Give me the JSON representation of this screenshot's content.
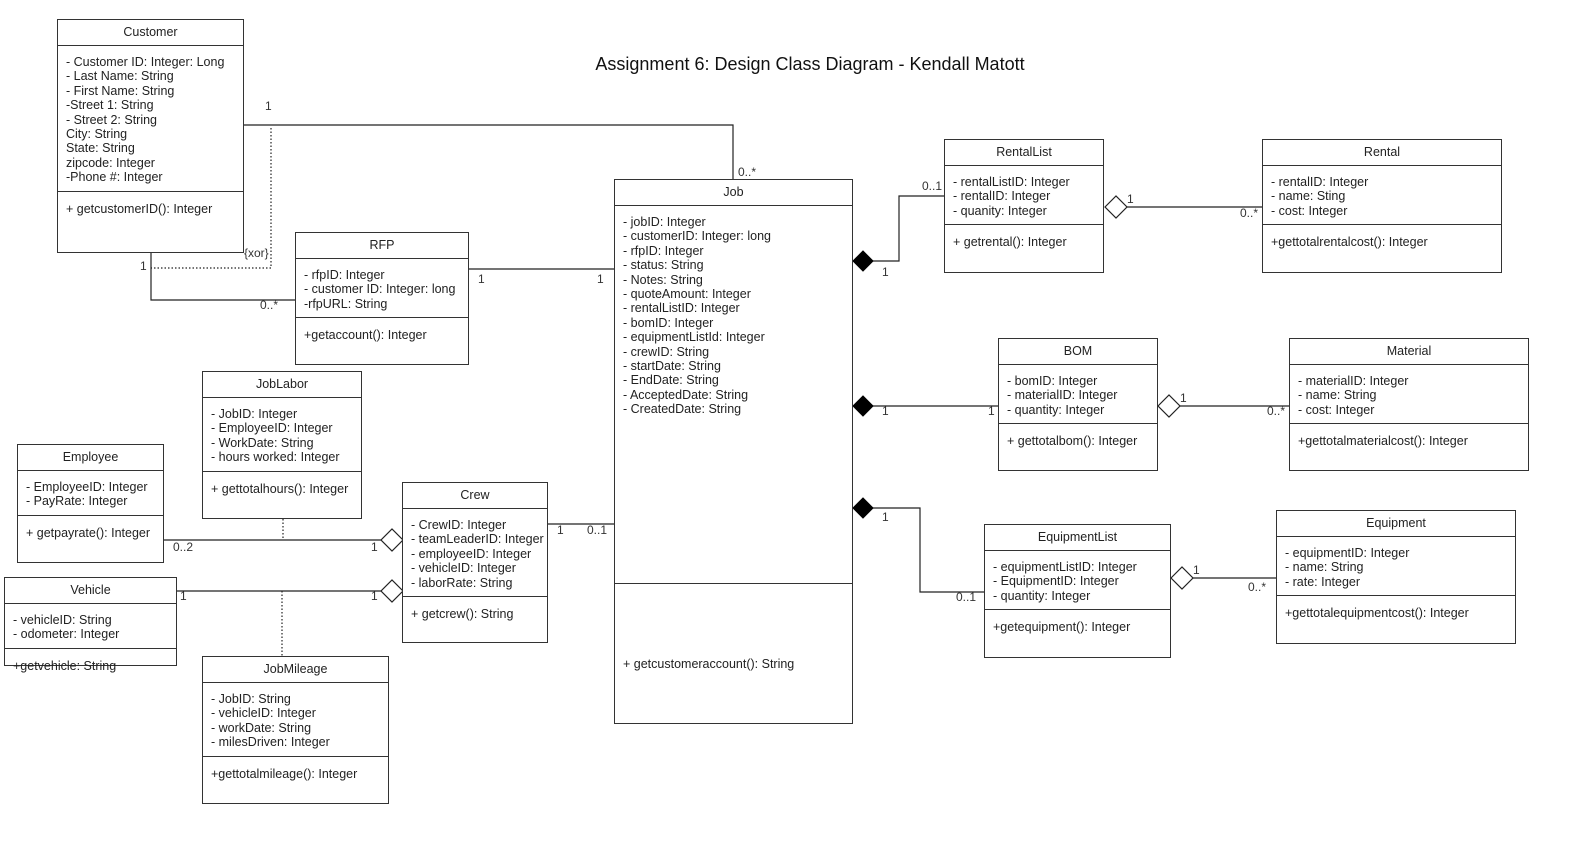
{
  "title": "Assignment 6: Design Class Diagram - Kendall Matott",
  "classes": {
    "customer": {
      "name": "Customer",
      "attributes": [
        "- Customer ID: Integer: Long",
        "- Last Name: String",
        "- First Name: String",
        "-Street 1: String",
        "- Street 2: String",
        "City: String",
        "State: String",
        "zipcode: Integer",
        "-Phone #: Integer"
      ],
      "operations": [
        "+ getcustomerID(): Integer"
      ]
    },
    "rfp": {
      "name": "RFP",
      "attributes": [
        "- rfpID: Integer",
        "- customer ID: Integer: long",
        "-rfpURL: String"
      ],
      "operations": [
        "+getaccount(): Integer"
      ]
    },
    "job": {
      "name": "Job",
      "attributes": [
        "- jobID: Integer",
        "- customerID: Integer: long",
        "- rfpID: Integer",
        "- status: String",
        "- Notes: String",
        "- quoteAmount: Integer",
        "- rentalListID: Integer",
        "- bomID: Integer",
        "- equipmentListId: Integer",
        "- crewID: String",
        "- startDate: String",
        "- EndDate: String",
        "- AcceptedDate: String",
        "- CreatedDate: String"
      ],
      "operations": [
        "+ getcustomeraccount(): String"
      ]
    },
    "joblabor": {
      "name": "JobLabor",
      "attributes": [
        "- JobID: Integer",
        "- EmployeeID: Integer",
        "- WorkDate: String",
        "- hours worked: Integer"
      ],
      "operations": [
        "+ gettotalhours(): Integer"
      ]
    },
    "employee": {
      "name": "Employee",
      "attributes": [
        "- EmployeeID: Integer",
        "- PayRate: Integer"
      ],
      "operations": [
        "+ getpayrate(): Integer"
      ]
    },
    "crew": {
      "name": "Crew",
      "attributes": [
        "- CrewID: Integer",
        "- teamLeaderID: Integer",
        "- employeeID: Integer",
        "- vehicleID: Integer",
        "- laborRate: String"
      ],
      "operations": [
        "+ getcrew(): String"
      ]
    },
    "vehicle": {
      "name": "Vehicle",
      "attributes": [
        "- vehicleID: String",
        "- odometer: Integer"
      ],
      "operations": [
        "+getvehicle: String"
      ]
    },
    "jobmileage": {
      "name": "JobMileage",
      "attributes": [
        "- JobID: String",
        "- vehicleID: Integer",
        "- workDate: String",
        "- milesDriven: Integer"
      ],
      "operations": [
        "+gettotalmileage(): Integer"
      ]
    },
    "rentallist": {
      "name": "RentalList",
      "attributes": [
        "- rentalListID: Integer",
        "- rentalID: Integer",
        "- quanity: Integer"
      ],
      "operations": [
        "+ getrental(): Integer"
      ]
    },
    "rental": {
      "name": "Rental",
      "attributes": [
        "- rentalID: Integer",
        "- name: Sting",
        "- cost: Integer"
      ],
      "operations": [
        "+gettotalrentalcost(): Integer"
      ]
    },
    "bom": {
      "name": "BOM",
      "attributes": [
        "- bomID: Integer",
        "- materialID: Integer",
        "- quantity: Integer"
      ],
      "operations": [
        "+ gettotalbom(): Integer"
      ]
    },
    "material": {
      "name": "Material",
      "attributes": [
        "- materialID: Integer",
        "- name: String",
        "- cost: Integer"
      ],
      "operations": [
        "+gettotalmaterialcost(): Integer"
      ]
    },
    "equipmentlist": {
      "name": "EquipmentList",
      "attributes": [
        "- equipmentListID: Integer",
        "- EquipmentID: Integer",
        "- quantity: Integer"
      ],
      "operations": [
        "+getequipment(): Integer"
      ]
    },
    "equipment": {
      "name": "Equipment",
      "attributes": [
        "- equipmentID: Integer",
        "- name: String",
        "- rate: Integer"
      ],
      "operations": [
        "+gettotalequipmentcost(): Integer"
      ]
    }
  },
  "labels": {
    "cust_job_customer": "1",
    "cust_job_job": "0..*",
    "xor": "{xor}",
    "cust_rfp_customer": "1",
    "cust_rfp_rfp": "0..*",
    "rfp_job_rfp": "1",
    "rfp_job_job": "1",
    "job_rental_job": "1",
    "job_rental_list": "0..1",
    "rental_list": "1",
    "rental_rental": "0..*",
    "job_bom_job": "1",
    "job_bom_bom": "1",
    "bom_bom": "1",
    "bom_material": "0..*",
    "job_equip_job": "1",
    "job_equip_list": "0..1",
    "equip_list": "1",
    "equip_equipment": "0..*",
    "emp_crew_emp": "0..2",
    "emp_crew_crew": "1",
    "veh_crew_veh": "1",
    "veh_crew_crew": "1",
    "crew_job_crew": "1",
    "crew_job_job": "0..1"
  }
}
